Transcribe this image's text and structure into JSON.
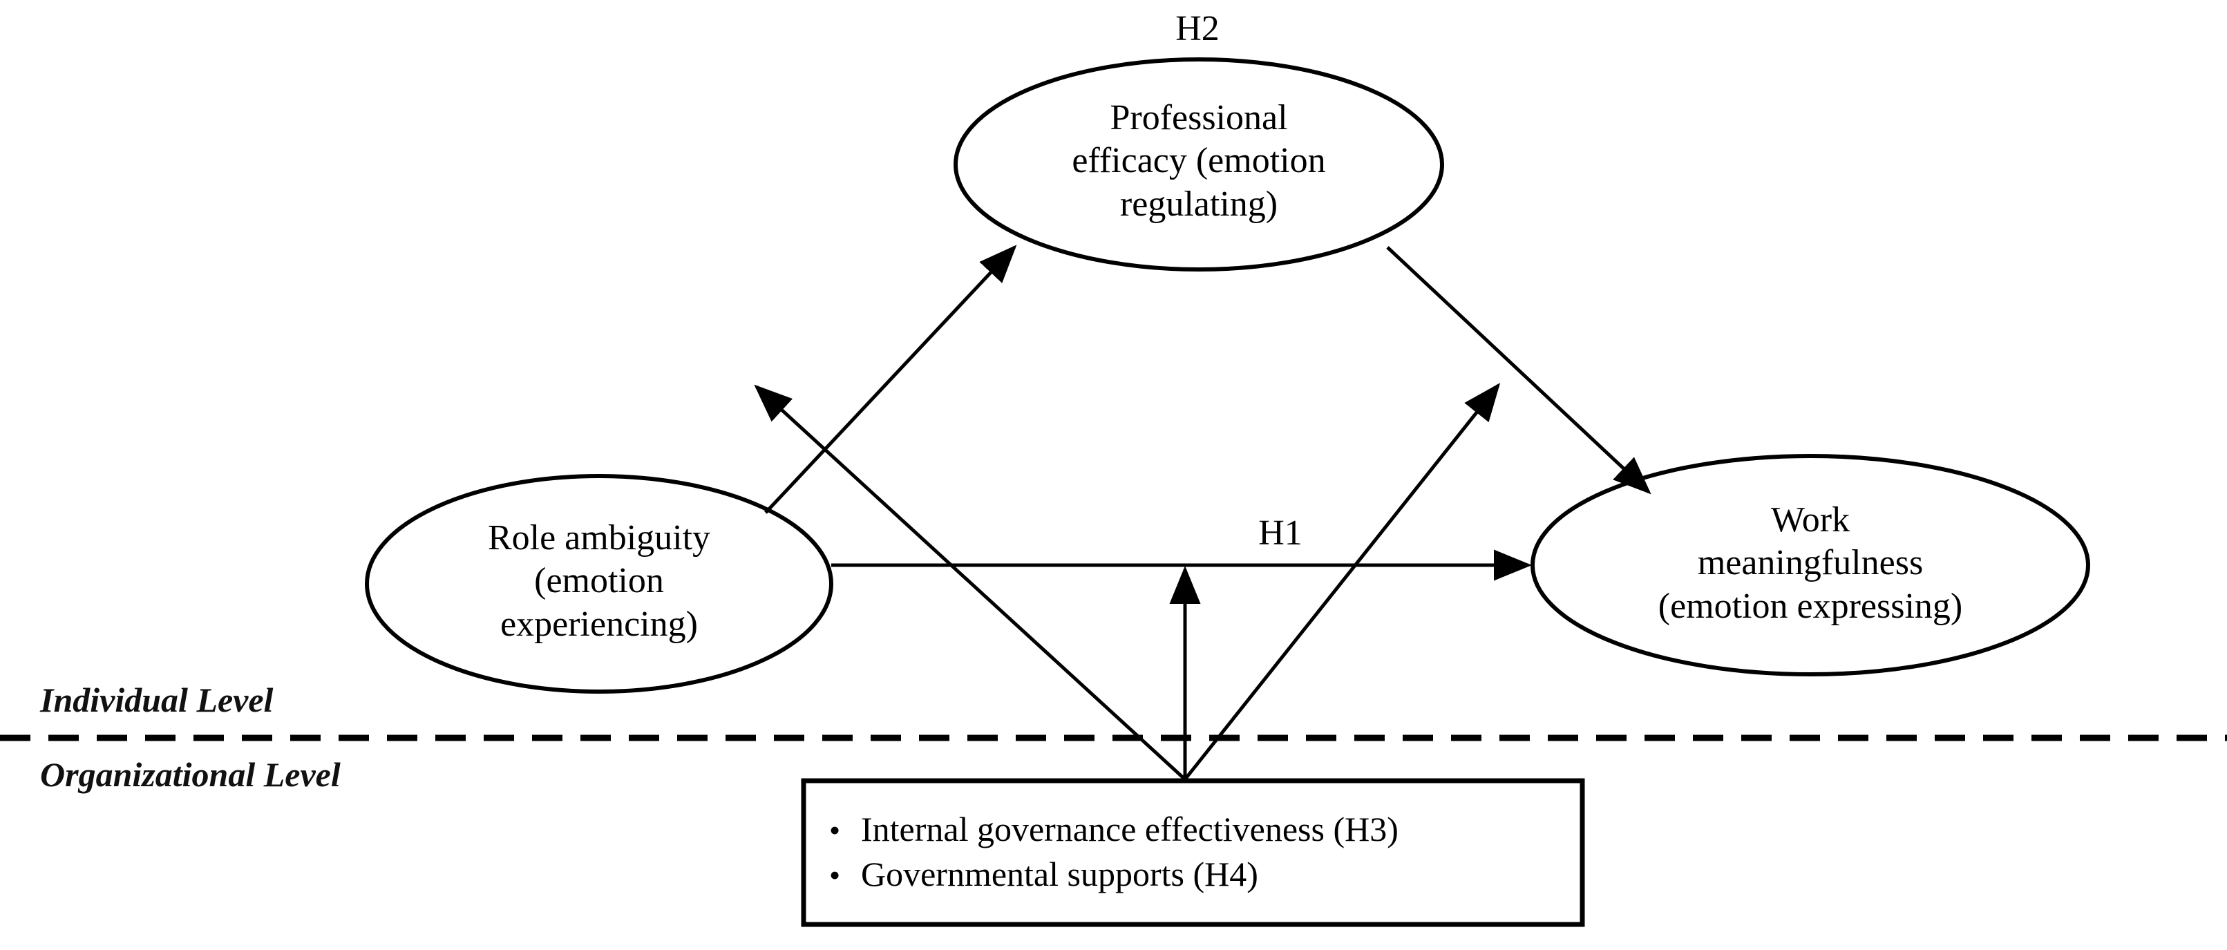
{
  "figure": {
    "type": "conceptual-research-model",
    "background_color": "#ffffff",
    "line_color": "#000000"
  },
  "nodes": {
    "professional_efficacy": {
      "label": "Professional\nefficacy (emotion\nregulating)",
      "shape": "ellipse"
    },
    "role_ambiguity": {
      "label": "Role ambiguity\n(emotion\nexperiencing)",
      "shape": "ellipse"
    },
    "work_meaningfulness": {
      "label": "Work\nmeaningfulness\n(emotion expressing)",
      "shape": "ellipse"
    }
  },
  "hypothesis_labels": {
    "h1": "H1",
    "h2": "H2"
  },
  "level_labels": {
    "individual": "Individual Level",
    "organizational": "Organizational Level"
  },
  "organizational_box": {
    "bullet_marker": "•",
    "items": [
      "Internal governance effectiveness (H3)",
      "Governmental supports (H4)"
    ]
  }
}
